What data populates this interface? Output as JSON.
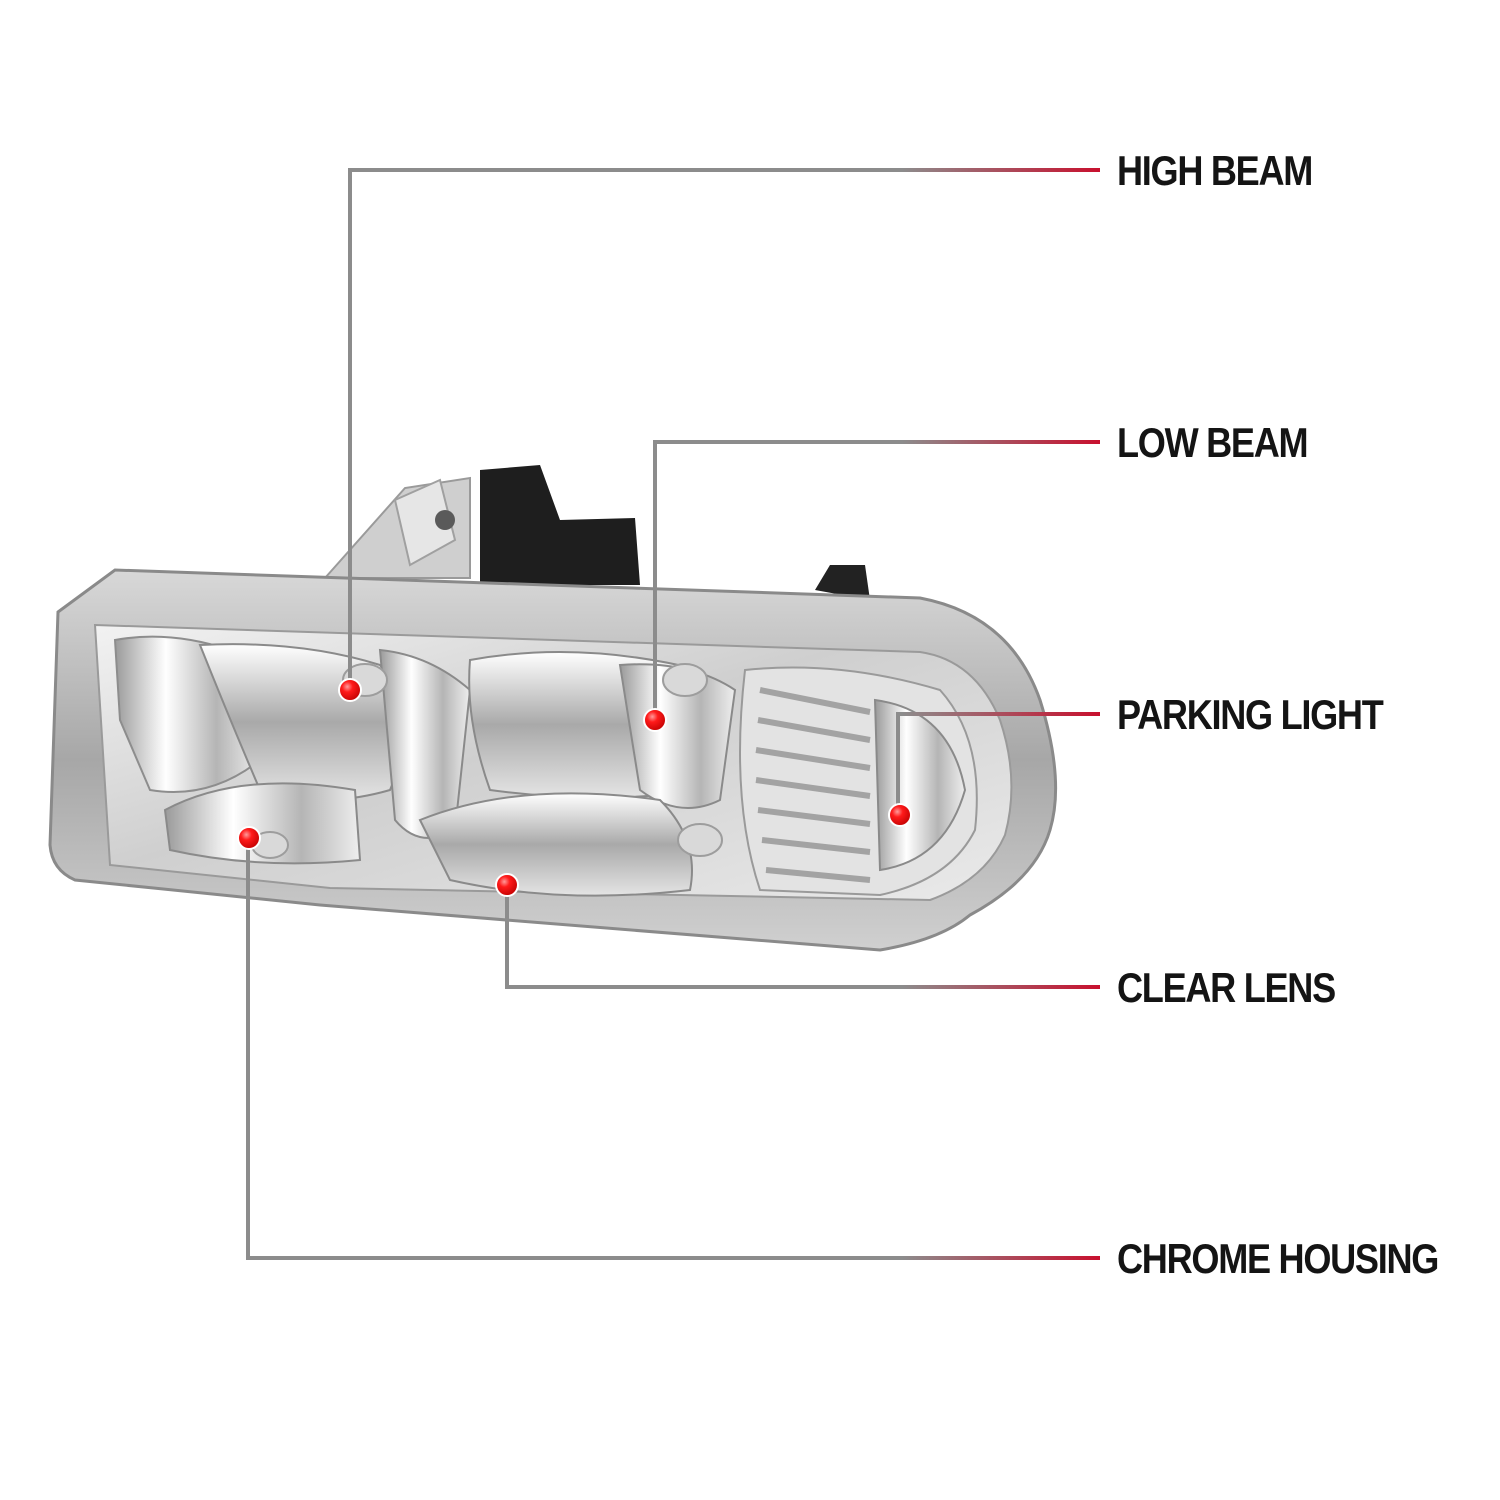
{
  "callouts": [
    {
      "id": "high-beam",
      "label": "HIGH BEAM"
    },
    {
      "id": "low-beam",
      "label": "LOW BEAM"
    },
    {
      "id": "parking-light",
      "label": "PARKING LIGHT"
    },
    {
      "id": "clear-lens",
      "label": "CLEAR LENS"
    },
    {
      "id": "chrome-housing",
      "label": "CHROME HOUSING"
    }
  ],
  "colors": {
    "leader_line": "#8c8c8c",
    "leader_accent": "#c8102e",
    "marker": "#e8101a",
    "label_text": "#141414"
  }
}
